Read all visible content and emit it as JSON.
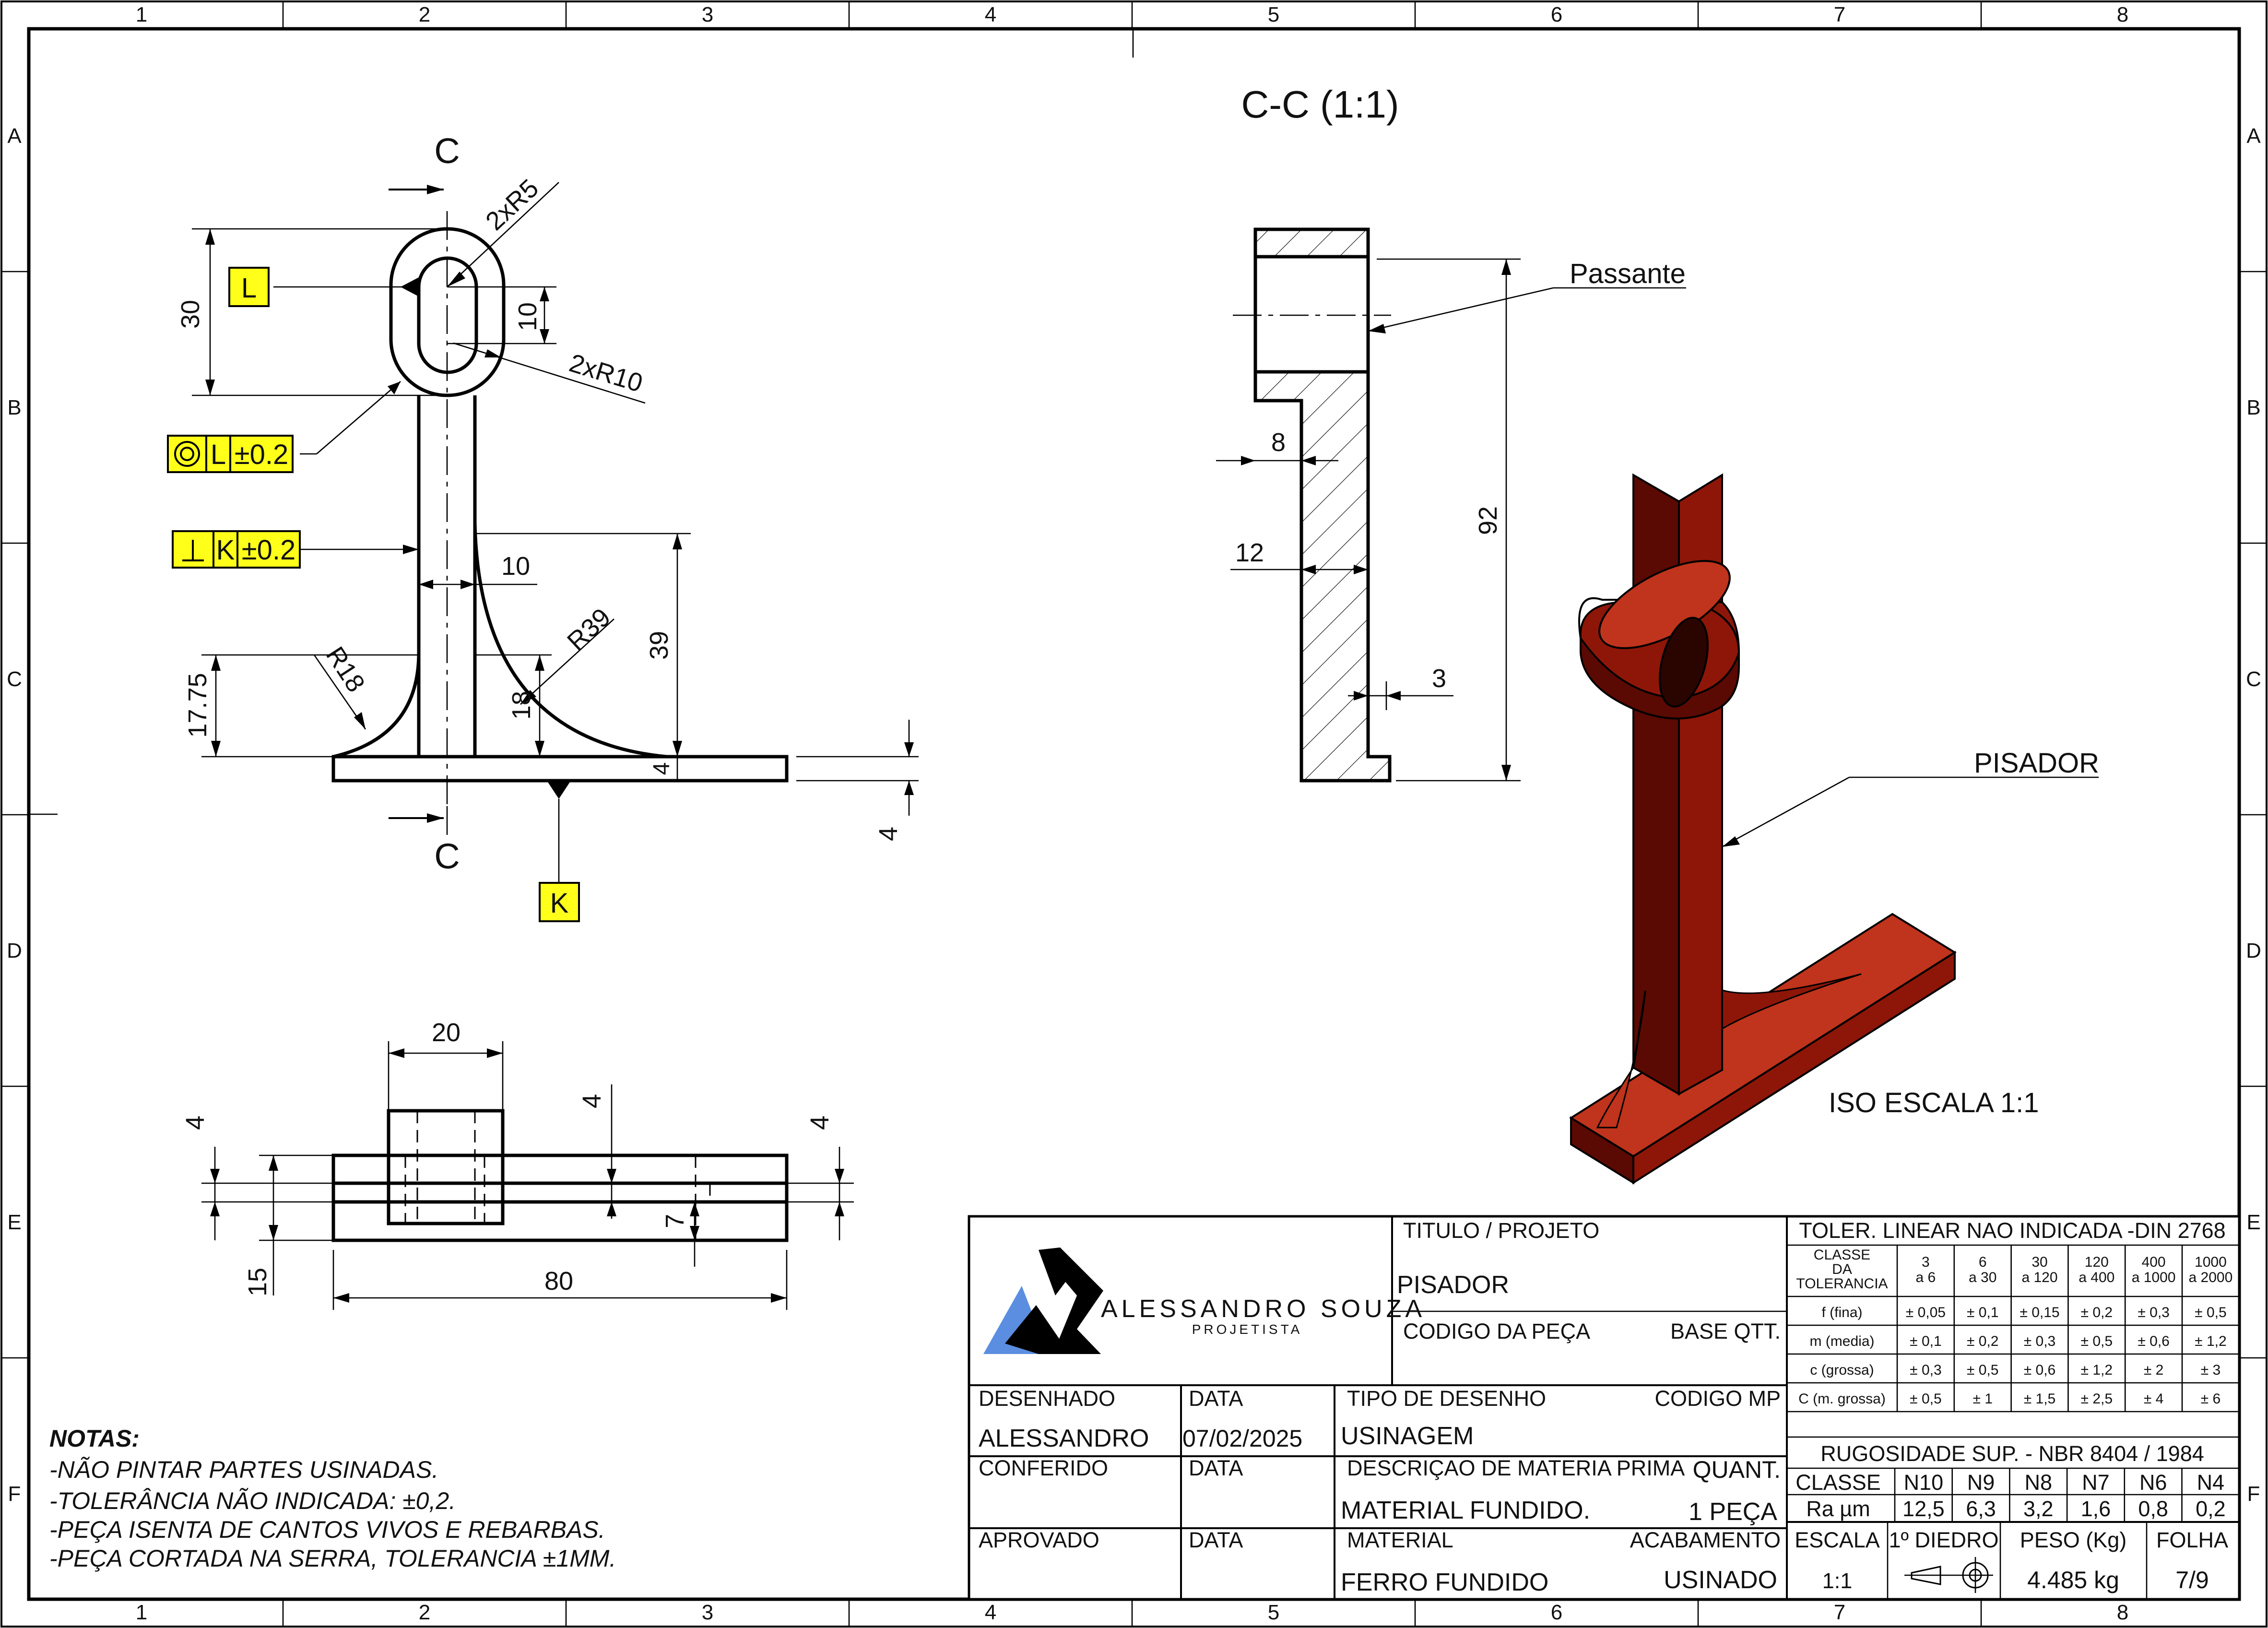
{
  "frame": {
    "columns": [
      "1",
      "2",
      "3",
      "4",
      "5",
      "6",
      "7",
      "8"
    ],
    "rows": [
      "A",
      "B",
      "C",
      "D",
      "E",
      "F"
    ]
  },
  "section_title": "C-C (1:1)",
  "section_view": {
    "through_label": "Passante",
    "dims": {
      "d8": "8",
      "d12": "12",
      "d3": "3",
      "d92": "92"
    }
  },
  "front_view": {
    "section_mark_top": "C",
    "section_mark_bottom": "C",
    "dims": {
      "d30": "30",
      "d10_slot": "10",
      "d2xR5": "2xR5",
      "d2xR10": "2xR10",
      "d10_stem": "10",
      "dR39": "R39",
      "dR18": "R18",
      "d39": "39",
      "d17_75": "17.75",
      "d18": "18",
      "d4_base": "4",
      "d4_side": "4"
    },
    "datum_L": "L",
    "datum_K": "K",
    "fcf_concentric": {
      "datum": "L",
      "tol": "±0.2"
    },
    "fcf_perpendicular": {
      "datum": "K",
      "tol": "±0.2"
    }
  },
  "top_view": {
    "dims": {
      "d20": "20",
      "d4_left": "4",
      "d4_mid": "4",
      "d4_right": "4",
      "d7": "7",
      "d15": "15",
      "d80": "80"
    }
  },
  "iso": {
    "part_label": "PISADOR",
    "scale_label": "ISO ESCALA 1:1",
    "colors": {
      "dark": "#5a0a02",
      "mid": "#8e1608",
      "light": "#c0331c"
    }
  },
  "notes": {
    "heading": "NOTAS:",
    "lines": [
      "-NÃO PINTAR PARTES USINADAS.",
      "-TOLERÂNCIA NÃO INDICADA: ±0,2.",
      "-PEÇA ISENTA DE CANTOS VIVOS E REBARBAS.",
      "-PEÇA CORTADA NA SERRA, TOLERANCIA ±1MM."
    ]
  },
  "title_block": {
    "logo_name": "ALESSANDRO SOUZA",
    "logo_sub": "PROJETISTA",
    "logo_colors": {
      "blue": "#5b8ee0",
      "black": "#000000"
    },
    "titulo_label": "TITULO / PROJETO",
    "titulo_value": "PISADOR",
    "codigo_peca_label": "CODIGO DA PEÇA",
    "base_qtt_label": "BASE QTT.",
    "desenhado_label": "DESENHADO",
    "desenhado_value": "ALESSANDRO",
    "data1_label": "DATA",
    "data1_value": "07/02/2025",
    "tipo_label": "TIPO DE DESENHO",
    "tipo_value": "USINAGEM",
    "codigo_mp_label": "CODIGO MP",
    "conferido_label": "CONFERIDO",
    "data2_label": "DATA",
    "descricao_label": "DESCRIÇAO DE MATERIA PRIMA",
    "quant_label": "QUANT.",
    "descricao_value": "MATERIAL FUNDIDO.",
    "quant_value": "1 PEÇA",
    "aprovado_label": "APROVADO",
    "data3_label": "DATA",
    "material_label": "MATERIAL",
    "acabamento_label": "ACABAMENTO",
    "material_value": "FERRO FUNDIDO",
    "acabamento_value": "USINADO",
    "tolerance": {
      "title": "TOLER. LINEAR NAO INDICADA -DIN 2768",
      "class_header": [
        "CLASSE",
        "DA",
        "TOLERANCIA"
      ],
      "ranges": [
        [
          "3",
          "a 6"
        ],
        [
          "6",
          "a 30"
        ],
        [
          "30",
          "a 120"
        ],
        [
          "120",
          "a 400"
        ],
        [
          "400",
          "a 1000"
        ],
        [
          "1000",
          "a 2000"
        ]
      ],
      "rows": [
        {
          "name": "f (fina)",
          "values": [
            "± 0,05",
            "± 0,1",
            "± 0,15",
            "± 0,2",
            "± 0,3",
            "± 0,5"
          ]
        },
        {
          "name": "m (media)",
          "values": [
            "± 0,1",
            "± 0,2",
            "± 0,3",
            "± 0,5",
            "± 0,6",
            "± 1,2"
          ]
        },
        {
          "name": "c (grossa)",
          "values": [
            "± 0,3",
            "± 0,5",
            "± 0,6",
            "± 1,2",
            "± 2",
            "± 3"
          ]
        },
        {
          "name": "C (m. grossa)",
          "values": [
            "± 0,5",
            "± 1",
            "± 1,5",
            "± 2,5",
            "± 4",
            "± 6"
          ]
        }
      ]
    },
    "roughness": {
      "title": "RUGOSIDADE SUP. - NBR 8404 / 1984",
      "classe_label": "CLASSE",
      "ra_label": "Ra µm",
      "classes": [
        "N10",
        "N9",
        "N8",
        "N7",
        "N6",
        "N4"
      ],
      "ra": [
        "12,5",
        "6,3",
        "3,2",
        "1,6",
        "0,8",
        "0,2"
      ]
    },
    "escala_label": "ESCALA",
    "escala_value": "1:1",
    "diedro_label": "1º DIEDRO",
    "peso_label": "PESO (Kg)",
    "peso_value": "4.485 kg",
    "folha_label": "FOLHA",
    "folha_value": "7/9"
  }
}
